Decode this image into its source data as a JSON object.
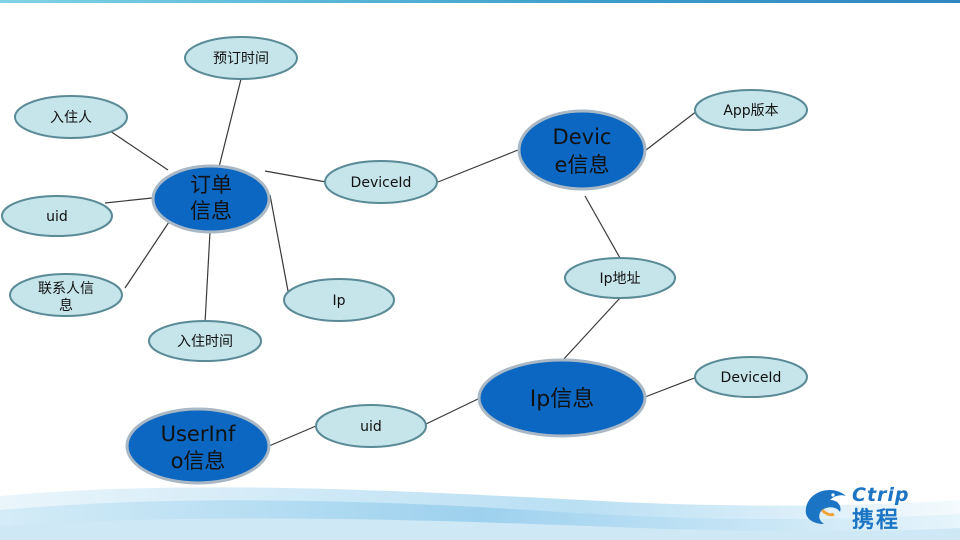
{
  "colors": {
    "major_fill": "#0b67c2",
    "major_stroke": "#a9b8c4",
    "minor_fill": "#c5e5ea",
    "minor_stroke": "#5a8a96",
    "edge": "#3a3a3a",
    "brand_blue": "#1c74c4"
  },
  "nodes": {
    "order_info": {
      "line1": "订单",
      "line2": "信息"
    },
    "device_info": {
      "line1": "Devic",
      "line2": "e信息"
    },
    "ip_info": {
      "line1": "Ip信息"
    },
    "userinfo": {
      "line1": "UserInf",
      "line2": "o信息"
    },
    "booking_time": "预订时间",
    "guest": "入住人",
    "uid_order": "uid",
    "contact_line1": "联系人信",
    "contact_line2": "息",
    "checkin_time": "入住时间",
    "ip_order": "Ip",
    "deviceid_order": "DeviceId",
    "app_version": "App版本",
    "ip_address": "Ip地址",
    "deviceid_ip": "DeviceId",
    "uid_user": "uid"
  },
  "logo": {
    "latin": "Ctrip",
    "cjk": "携程",
    "icon": "dolphin-icon"
  }
}
